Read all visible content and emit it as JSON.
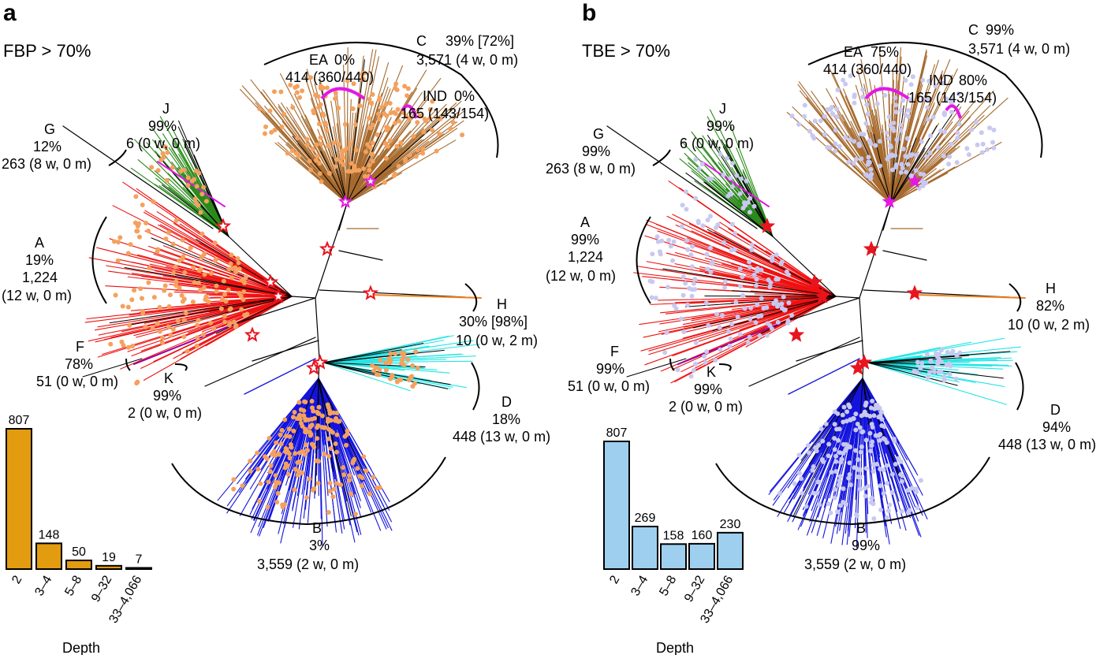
{
  "colors": {
    "panel_a_accent": "#e39b10",
    "panel_b_accent": "#8ec9eb",
    "bar_a_fill": "#e39b10",
    "bar_b_fill": "#9ecfee",
    "dot_a": "#f4a15d",
    "dot_b": "#c8c8f0",
    "star": "#e8141e",
    "magenta": "#e418e4",
    "C": "#a66a2e",
    "A": "#ee1111",
    "G": "#2a8a1a",
    "J": "#e418e4",
    "F": "#990099",
    "B": "#1414dd",
    "D": "#22e6e6",
    "H": "#f08020"
  },
  "panels": [
    {
      "letter": "a",
      "title": "FBP > 70%",
      "clades": {
        "C": {
          "name": "C",
          "support": "39% [72%]",
          "count": "3,571 (4 w, 0 m)"
        },
        "EA": {
          "name": "EA",
          "support": "0%",
          "count": "414 (360/440)"
        },
        "IND": {
          "name": "IND",
          "support": "0%",
          "count": "165 (143/154)"
        },
        "J": {
          "name": "J",
          "support": "99%",
          "count": "6 (0 w, 0 m)"
        },
        "G": {
          "name": "G",
          "support": "12%",
          "count": "263 (8 w, 0 m)"
        },
        "A": {
          "name": "A",
          "support": "19%",
          "count1": "1,224",
          "count2": "(12 w, 0 m)"
        },
        "H": {
          "name": "H",
          "support": "30% [98%]",
          "count": "10 (0 w, 2 m)"
        },
        "F": {
          "name": "F",
          "support": "78%",
          "count": "51 (0 w, 0 m)"
        },
        "K": {
          "name": "K",
          "support": "99%",
          "count": "2 (0 w, 0 m)"
        },
        "D": {
          "name": "D",
          "support": "18%",
          "count": "448 (13 w, 0 m)"
        },
        "B": {
          "name": "B",
          "support": "3%",
          "count": "3,559 (2 w, 0 m)"
        }
      }
    },
    {
      "letter": "b",
      "title": "TBE > 70%",
      "clades": {
        "C": {
          "name": "C",
          "support": "99%",
          "count": "3,571 (4 w, 0 m)"
        },
        "EA": {
          "name": "EA",
          "support": "75%",
          "count": "414 (360/440)"
        },
        "IND": {
          "name": "IND",
          "support": "80%",
          "count": "165 (143/154)"
        },
        "J": {
          "name": "J",
          "support": "99%",
          "count": "6 (0 w, 0 m)"
        },
        "G": {
          "name": "G",
          "support": "99%",
          "count": "263 (8 w, 0 m)"
        },
        "A": {
          "name": "A",
          "support": "99%",
          "count1": "1,224",
          "count2": "(12 w, 0 m)"
        },
        "H": {
          "name": "H",
          "support": "82%",
          "count": "10 (0 w, 2 m)"
        },
        "F": {
          "name": "F",
          "support": "99%",
          "count": "51 (0 w, 0 m)"
        },
        "K": {
          "name": "K",
          "support": "99%",
          "count": "2 (0 w, 0 m)"
        },
        "D": {
          "name": "D",
          "support": "94%",
          "count": "448 (13 w, 0 m)"
        },
        "B": {
          "name": "B",
          "support": "99%",
          "count": "3,559 (2 w, 0 m)"
        }
      }
    }
  ],
  "chart_data": [
    {
      "type": "bar",
      "panel": "a",
      "categories": [
        "2",
        "3–4",
        "5–8",
        "9–32",
        "33–4,066"
      ],
      "values": [
        807,
        148,
        50,
        19,
        7
      ],
      "xlabel": "Depth",
      "ylabel": "",
      "ylim": [
        0,
        807
      ]
    },
    {
      "type": "bar",
      "panel": "b",
      "categories": [
        "2",
        "3–4",
        "5–8",
        "9–32",
        "33–4,066"
      ],
      "values": [
        807,
        269,
        158,
        160,
        230
      ],
      "xlabel": "Depth",
      "ylabel": "",
      "ylim": [
        0,
        807
      ]
    }
  ]
}
